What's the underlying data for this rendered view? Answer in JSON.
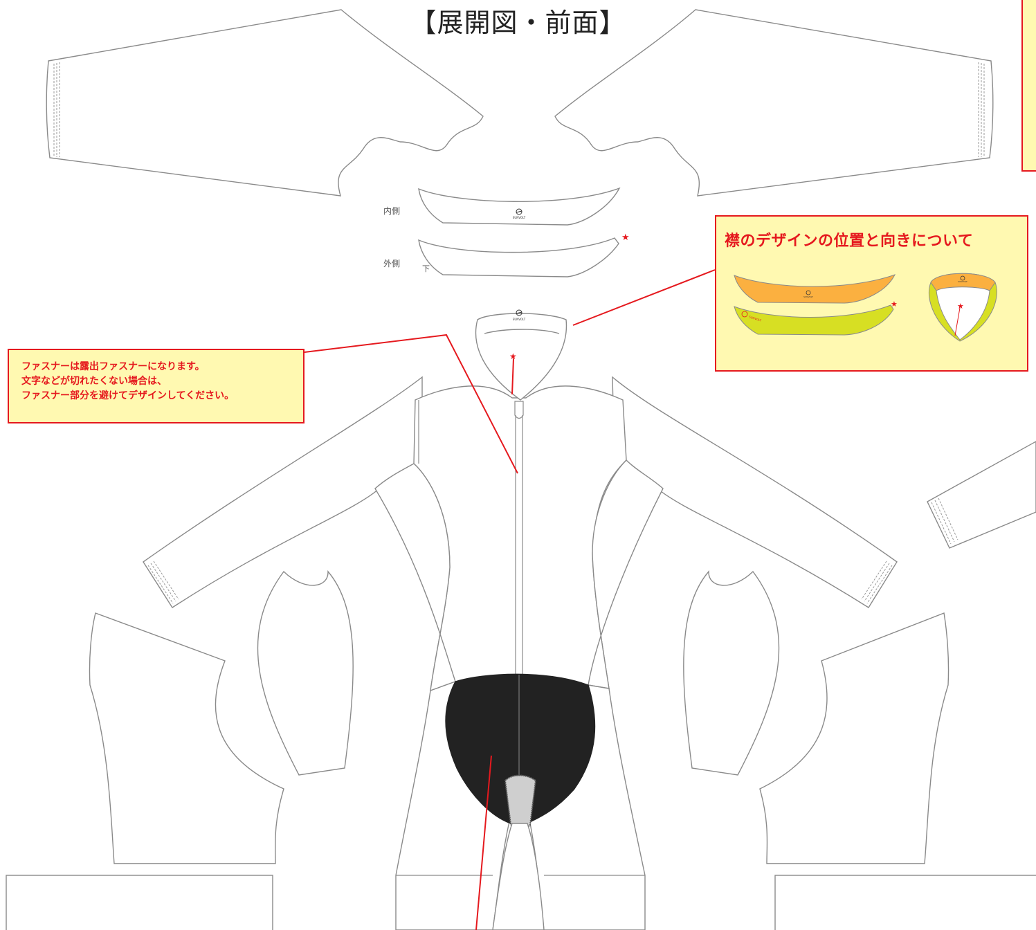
{
  "title": "【展開図・前面】",
  "collar_labels": {
    "inner": "内側",
    "outer": "外側",
    "bottom_mark": "下"
  },
  "notes": {
    "fastener": [
      "ファスナーは露出ファスナーになります。",
      "文字などが切れたくない場合は、",
      "ファスナー部分を避けてデザインしてください。"
    ],
    "collar_heading": "襟のデザインの位置と向きについて"
  },
  "brand_mark": "SUNVOLT",
  "symbols": {
    "star": "★"
  },
  "colors": {
    "outline": "#8a8a8a",
    "annotation_red": "#e5191e",
    "note_fill": "#fff9b1",
    "collar_inner_fill": "#fbb040",
    "collar_outer_fill": "#d7df23",
    "chamois": "#222222"
  }
}
